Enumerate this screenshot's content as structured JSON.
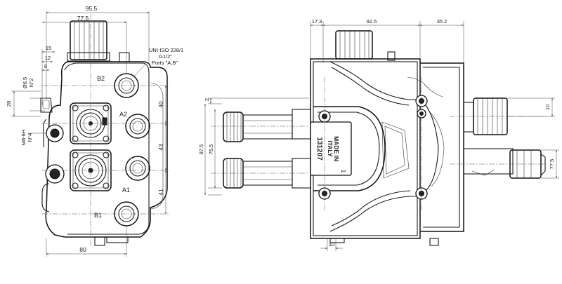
{
  "front_view": {
    "dims": {
      "overall_width": "95.5",
      "width_77": "77.5",
      "d15": "15",
      "d12": "12",
      "d8": "8",
      "hole_dia": "Ø6.5",
      "hole_count": "N°2",
      "d28": "28",
      "thread": "M8-6H",
      "thread_count": "N°4",
      "v40": "40",
      "v43": "43",
      "v41": "41",
      "bottom_80": "80"
    },
    "note": {
      "line1": "UNI-ISO 228/1",
      "line2": "G1/2\"",
      "line3": "Ports \"A,B\""
    },
    "ports": {
      "b2": "B2",
      "a2": "A2",
      "a1": "A1",
      "b1": "B1"
    }
  },
  "side_view": {
    "dims": {
      "d17": "17.3",
      "d92": "92.5",
      "d35": "35.2",
      "d2": "2",
      "v87": "87.5",
      "v75": "75.5",
      "r10": "10",
      "r77": "77.5",
      "b10": "10"
    },
    "plate": {
      "made_in": "MADE IN",
      "italy": "ITALY",
      "code": "131207",
      "one": "1"
    }
  }
}
